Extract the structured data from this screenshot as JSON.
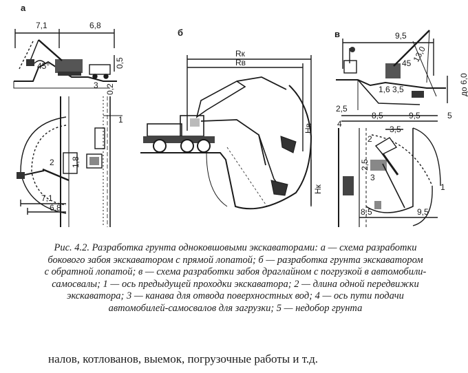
{
  "panels": {
    "a": {
      "letter": "а",
      "dims": [
        "7,1",
        "6,8",
        "0,5",
        "45°",
        "3",
        "0,2",
        "1",
        "2",
        "1,8",
        "7,1",
        "6,8"
      ]
    },
    "b": {
      "letter": "б",
      "dims": [
        "Rк",
        "Rв",
        "Нв",
        "Нк"
      ]
    },
    "c": {
      "letter": "в",
      "dims": [
        "9,5",
        "13,0",
        "45",
        "1,6",
        "3,5",
        "до 6,0",
        "2,5",
        "8,5",
        "9,5",
        "5",
        "4",
        "3,5",
        "2",
        "2,5",
        "3",
        "1",
        "8,5",
        "9,5"
      ]
    }
  },
  "caption": {
    "lines": [
      "Рис. 4.2. Разработка грунта одноковшовыми экскаваторами: а — схема разработки",
      "бокового забоя экскаватором с прямой лопатой; б — разработка грунта экскаватором",
      "с обратной лопатой; в — схема разработки забоя драглайном с погрузкой в автомобили-",
      "самосвалы; 1 — ось предыдущей проходки экскаватора; 2 — длина одной передвижки",
      "экскаватора; 3 — канава для отвода поверхностных вод; 4 — ось пути подачи",
      "автомобилей-самосвалов для загрузки; 5 — недобор грунта"
    ]
  },
  "body_text": "налов, котлованов, выемок, погрузочные работы и т.д."
}
